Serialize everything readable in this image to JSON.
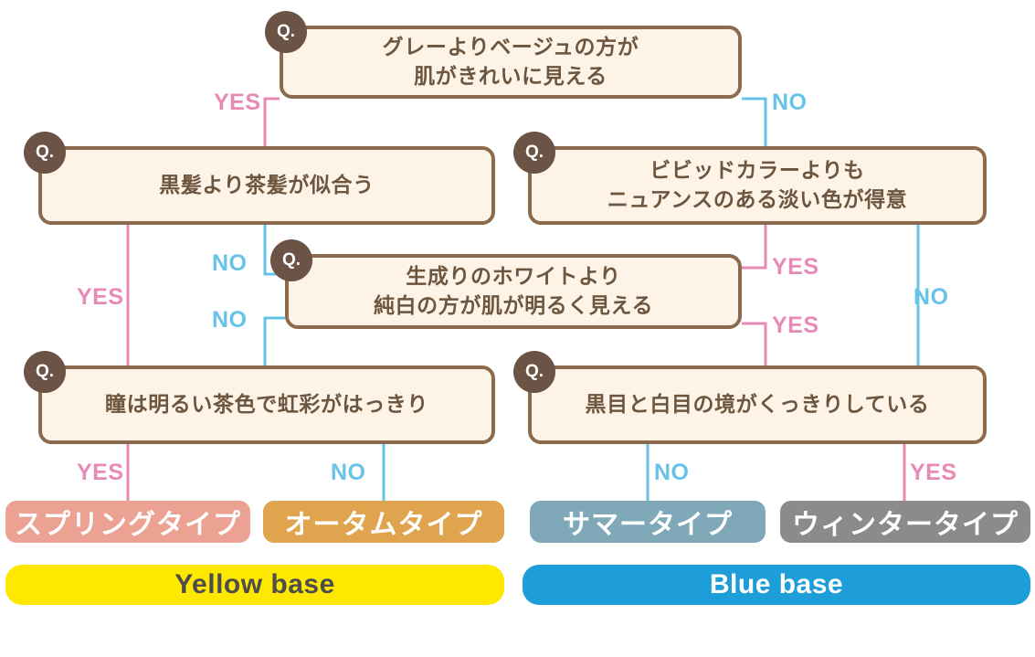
{
  "palette": {
    "box_fill": "#fdf3e6",
    "box_border": "#8b6a4d",
    "box_text": "#6d563f",
    "badge_bg": "#6b5445",
    "yes_color": "#e78bb4",
    "no_color": "#67c3e8",
    "spring_bg": "#eca292",
    "autumn_bg": "#e3a council",
    "summer_bg": "#7fa8b8",
    "winter_bg": "#8b8b8b",
    "yellow_base_bg": "#ffe800",
    "yellow_base_text": "#4d4d4d",
    "blue_base_bg": "#1e9ed9",
    "blue_base_text": "#ffffff"
  },
  "badge_label": "Q.",
  "questions": [
    {
      "id": "q-grey-beige",
      "badge": "Q.",
      "lines": [
        "グレーよりベージュの方が",
        "肌がきれいに見える"
      ]
    },
    {
      "id": "q-brown-hair",
      "badge": "Q.",
      "lines": [
        "黒髪より茶髪が似合う"
      ]
    },
    {
      "id": "q-vivid-color",
      "badge": "Q.",
      "lines": [
        "ビビッドカラーよりも",
        "ニュアンスのある淡い色が得意"
      ]
    },
    {
      "id": "q-pure-white",
      "badge": "Q.",
      "lines": [
        "生成りのホワイトより",
        "純白の方が肌が明るく見える"
      ]
    },
    {
      "id": "q-bright-iris",
      "badge": "Q.",
      "lines": [
        "瞳は明るい茶色で虹彩がはっきり"
      ]
    },
    {
      "id": "q-eye-contrast",
      "badge": "Q.",
      "lines": [
        "黒目と白目の境がくっきりしている"
      ]
    }
  ],
  "edge_labels": [
    {
      "id": "yes-top-left",
      "text": "YES",
      "kind": "yes"
    },
    {
      "id": "no-top-right",
      "text": "NO",
      "kind": "no"
    },
    {
      "id": "no-hair-to-white",
      "text": "NO",
      "kind": "no"
    },
    {
      "id": "yes-vivid-to-white",
      "text": "YES",
      "kind": "yes"
    },
    {
      "id": "no-white-to-iris",
      "text": "NO",
      "kind": "no"
    },
    {
      "id": "yes-white-to-eye",
      "text": "YES",
      "kind": "yes"
    },
    {
      "id": "yes-hair-to-iris",
      "text": "YES",
      "kind": "yes"
    },
    {
      "id": "no-vivid-to-eye",
      "text": "NO",
      "kind": "no"
    },
    {
      "id": "yes-iris-spring",
      "text": "YES",
      "kind": "yes"
    },
    {
      "id": "no-iris-autumn",
      "text": "NO",
      "kind": "no"
    },
    {
      "id": "no-eye-summer",
      "text": "NO",
      "kind": "no"
    },
    {
      "id": "yes-eye-winter",
      "text": "YES",
      "kind": "yes"
    }
  ],
  "results": [
    {
      "id": "spring",
      "label": "スプリングタイプ"
    },
    {
      "id": "autumn",
      "label": "オータムタイプ"
    },
    {
      "id": "summer",
      "label": "サマータイプ"
    },
    {
      "id": "winter",
      "label": "ウィンタータイプ"
    }
  ],
  "bases": [
    {
      "id": "yellow-base",
      "label": "Yellow base"
    },
    {
      "id": "blue-base",
      "label": "Blue base"
    }
  ]
}
